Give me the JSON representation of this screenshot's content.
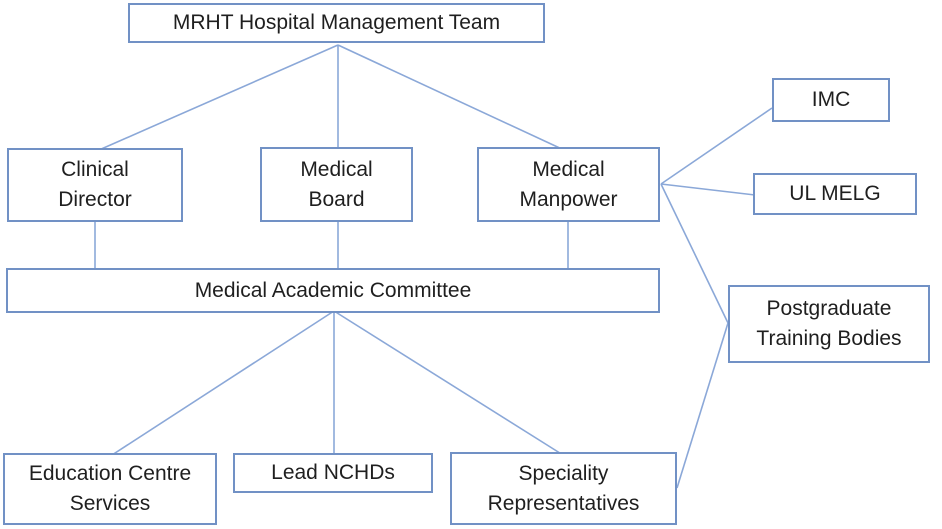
{
  "diagram": {
    "type": "org-chart",
    "nodes": {
      "management_team": {
        "label": "MRHT Hospital Management Team"
      },
      "clinical_director": {
        "label": "Clinical\nDirector"
      },
      "medical_board": {
        "label": "Medical\nBoard"
      },
      "medical_manpower": {
        "label": "Medical\nManpower"
      },
      "medical_academic_committee": {
        "label": "Medical Academic Committee"
      },
      "education_centre_services": {
        "label": "Education Centre\nServices"
      },
      "lead_nchds": {
        "label": "Lead NCHDs"
      },
      "speciality_representatives": {
        "label": "Speciality\nRepresentatives"
      },
      "imc": {
        "label": "IMC"
      },
      "ul_melg": {
        "label": "UL MELG"
      },
      "postgraduate_training_bodies": {
        "label": "Postgraduate\nTraining Bodies"
      }
    },
    "edges": [
      [
        "management_team",
        "clinical_director"
      ],
      [
        "management_team",
        "medical_board"
      ],
      [
        "management_team",
        "medical_manpower"
      ],
      [
        "clinical_director",
        "medical_academic_committee"
      ],
      [
        "medical_board",
        "medical_academic_committee"
      ],
      [
        "medical_manpower",
        "medical_academic_committee"
      ],
      [
        "medical_academic_committee",
        "education_centre_services"
      ],
      [
        "medical_academic_committee",
        "lead_nchds"
      ],
      [
        "medical_academic_committee",
        "speciality_representatives"
      ],
      [
        "medical_manpower",
        "imc"
      ],
      [
        "medical_manpower",
        "ul_melg"
      ],
      [
        "medical_manpower",
        "postgraduate_training_bodies"
      ],
      [
        "postgraduate_training_bodies",
        "speciality_representatives"
      ]
    ],
    "colors": {
      "box_border": "#7191c5",
      "connector": "#8ba8d8",
      "text": "#1f1f1f",
      "background": "#ffffff"
    }
  }
}
